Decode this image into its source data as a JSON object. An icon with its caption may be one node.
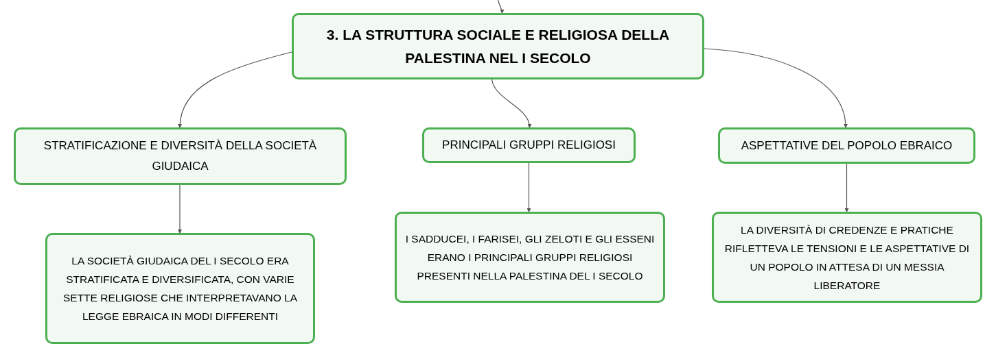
{
  "diagram": {
    "nodes": [
      {
        "text": [
          "3. LA STRUTTURA SOCIALE E RELIGIOSA DELLA PALESTINA NEL I SECOLO"
        ]
      },
      {
        "text": [
          "STRATIFICAZIONE E DIVERSITÀ DELLA SOCIETÀ GIUDAICA"
        ]
      },
      {
        "text": [
          "PRINCIPALI GRUPPI RELIGIOSI"
        ]
      },
      {
        "text": [
          "ASPETTATIVE DEL POPOLO EBRAICO"
        ]
      },
      {
        "text": [
          "LA SOCIETÀ GIUDAICA DEL I SECOLO ERA STRATIFICATA E DIVERSIFICATA, CON VARIE SETTE RELIGIOSE CHE INTERPRETAVANO LA LEGGE EBRAICA IN MODI DIFFERENTI"
        ]
      },
      {
        "text": [
          "I SADDUCEI, I FARISEI, GLI ZELOTI E GLI ESSENI ERANO I PRINCIPALI GRUPPI RELIGIOSI PRESENTI NELLA PALESTINA DEL I SECOLO"
        ]
      },
      {
        "text": [
          "LA DIVERSITÀ DI CREDENZE E PRATICHE RIFLETTEVA LE TENSIONI E LE ASPETTATIVE DI UN POPOLO IN ATTESA DI UN MESSIA LIBERATORE"
        ]
      }
    ],
    "edges": [
      {
        "from": null,
        "to": 0,
        "arrow": "to"
      },
      {
        "from": 0,
        "to": 1,
        "arrow": "to"
      },
      {
        "from": 0,
        "to": 2,
        "arrow": "to"
      },
      {
        "from": 0,
        "to": 3,
        "arrow": "to"
      },
      {
        "from": 1,
        "to": 4,
        "arrow": "to"
      },
      {
        "from": 2,
        "to": 5,
        "arrow": "to"
      },
      {
        "from": 3,
        "to": 6,
        "arrow": "to"
      }
    ]
  }
}
